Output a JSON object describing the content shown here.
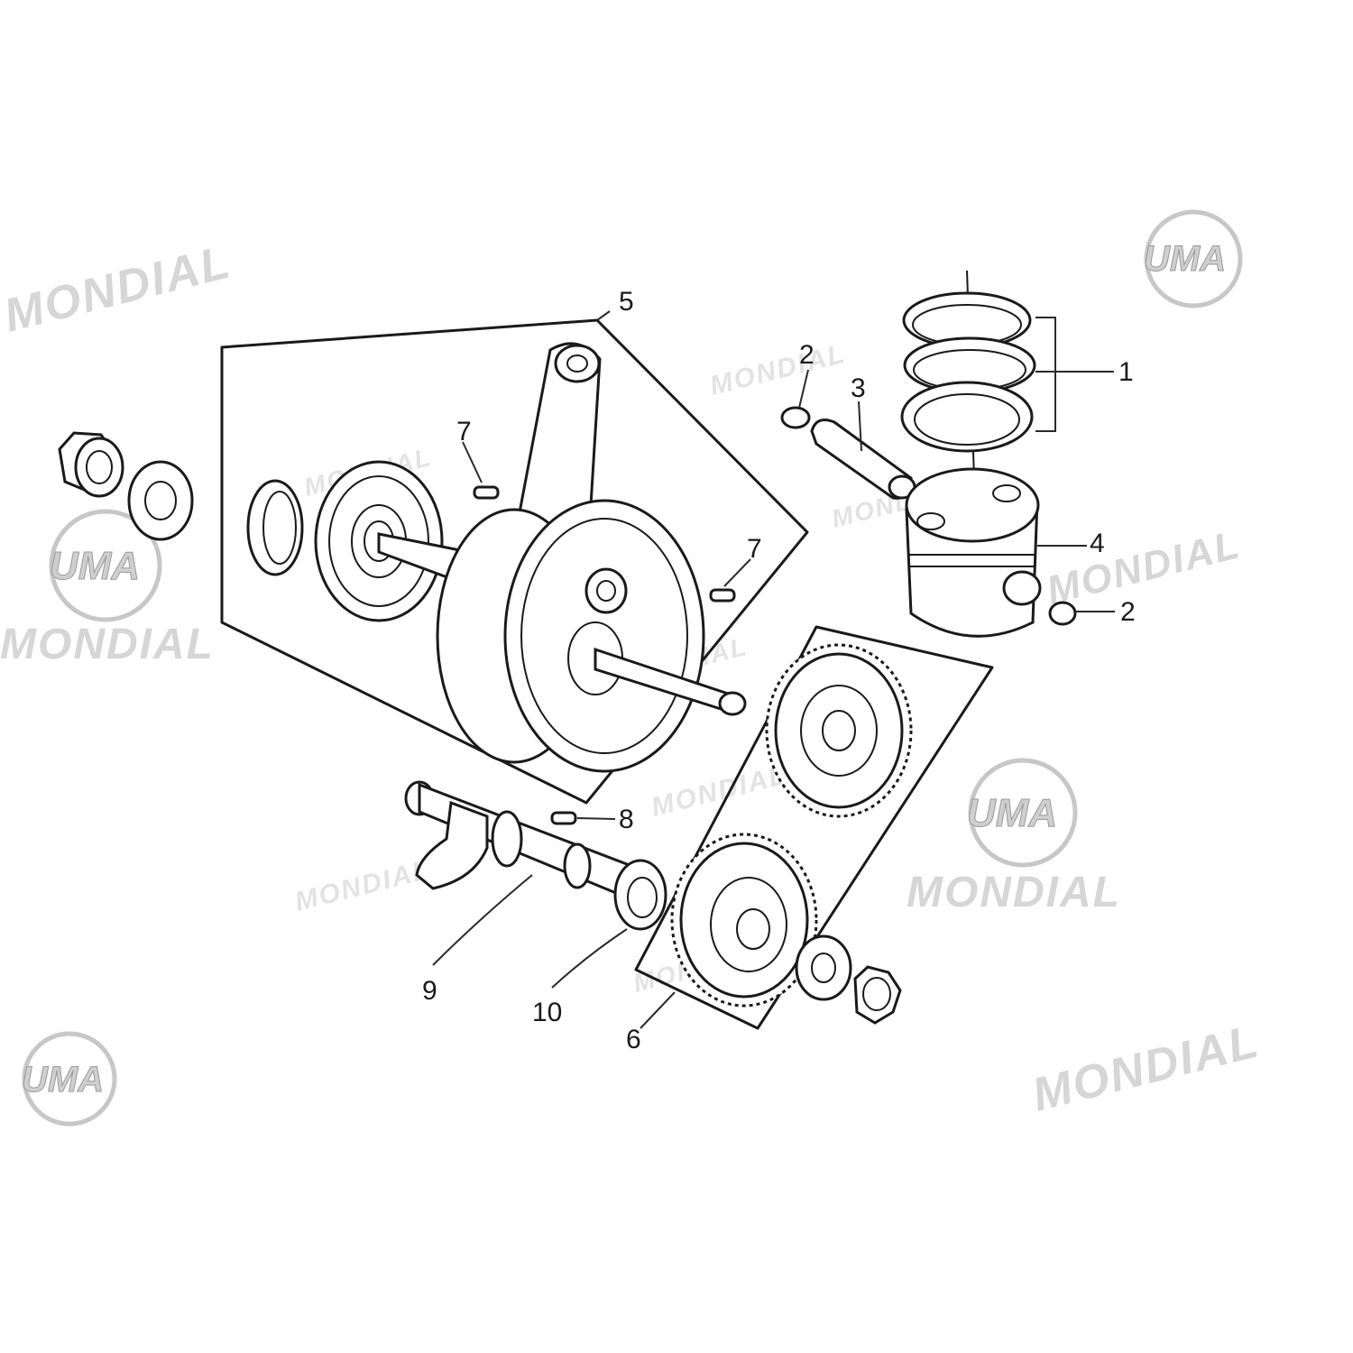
{
  "callouts": {
    "c1": "1",
    "c2a": "2",
    "c2b": "2",
    "c3": "3",
    "c4": "4",
    "c5": "5",
    "c6": "6",
    "c7a": "7",
    "c7b": "7",
    "c8": "8",
    "c9": "9",
    "c10": "10"
  },
  "watermarks": {
    "brand": "MONDIAL",
    "logo": "UMA"
  },
  "colors": {
    "line": "#1a1a1a",
    "watermark": "#d6d6d6"
  }
}
